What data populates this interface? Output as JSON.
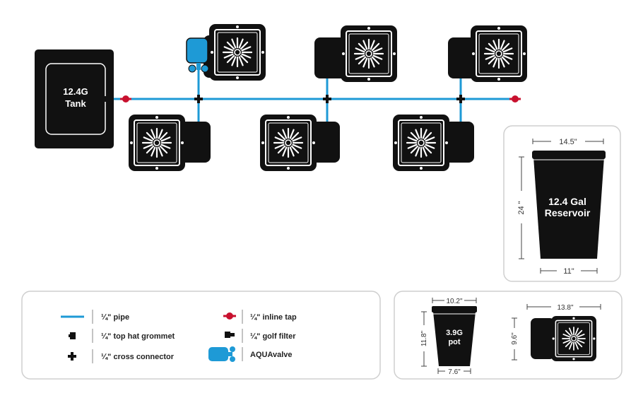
{
  "colors": {
    "pipe": "#1e9ad6",
    "black": "#111111",
    "tap": "#c8102e",
    "valve": "#1e9ad6"
  },
  "tank": {
    "line1": "12.4G",
    "line2": "Tank"
  },
  "reservoir": {
    "line1": "12.4 Gal",
    "line2": "Reservoir",
    "top_width": "14.5\"",
    "height": "24 \"",
    "bottom_width": "11\""
  },
  "pot": {
    "line1": "3.9G",
    "line2": "pot",
    "top_width": "10.2\"",
    "height": "11.8\"",
    "bottom_width": "7.6\""
  },
  "pod": {
    "width": "13.8\"",
    "height": "9.6\""
  },
  "legend": {
    "items": [
      {
        "label": "¼\" pipe",
        "icon": "pipe-line"
      },
      {
        "label": "¼\" top hat grommet",
        "icon": "grommet"
      },
      {
        "label": "¼\" cross connector",
        "icon": "cross-connector"
      },
      {
        "label": "¼\" inline tap",
        "icon": "inline-tap"
      },
      {
        "label": "¼\" golf filter",
        "icon": "golf-filter"
      },
      {
        "label": "AQUAvalve",
        "icon": "aquavalve"
      }
    ]
  }
}
